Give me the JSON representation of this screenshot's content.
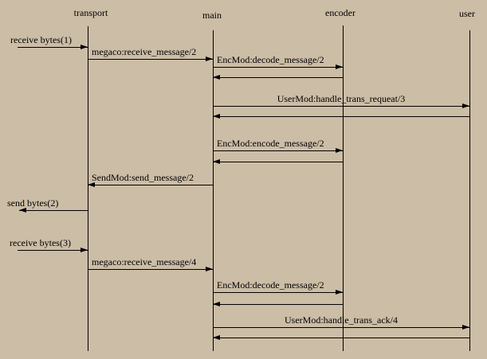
{
  "diagram": {
    "colors": {
      "background": "#ccbda6",
      "line": "#000000"
    },
    "lifelines": [
      {
        "id": "transport",
        "label": "transport"
      },
      {
        "id": "main",
        "label": "main"
      },
      {
        "id": "encoder",
        "label": "encoder"
      },
      {
        "id": "user",
        "label": "user"
      }
    ],
    "messages": [
      {
        "label": "receive bytes(1)",
        "from": "environment",
        "to": "transport",
        "kind": "call"
      },
      {
        "label": "megaco:receive_message/2",
        "from": "transport",
        "to": "main",
        "kind": "call"
      },
      {
        "label": "EncMod:decode_message/2",
        "from": "main",
        "to": "encoder",
        "kind": "call"
      },
      {
        "label": "",
        "from": "encoder",
        "to": "main",
        "kind": "return"
      },
      {
        "label": "UserMod:handle_trans_requeat/3",
        "from": "main",
        "to": "user",
        "kind": "call"
      },
      {
        "label": "",
        "from": "user",
        "to": "main",
        "kind": "return"
      },
      {
        "label": "EncMod:encode_message/2",
        "from": "main",
        "to": "encoder",
        "kind": "call"
      },
      {
        "label": "",
        "from": "encoder",
        "to": "main",
        "kind": "return"
      },
      {
        "label": "SendMod:send_message/2",
        "from": "main",
        "to": "transport",
        "kind": "call"
      },
      {
        "label": "send bytes(2)",
        "from": "transport",
        "to": "environment",
        "kind": "call"
      },
      {
        "label": "receive bytes(3)",
        "from": "environment",
        "to": "transport",
        "kind": "call"
      },
      {
        "label": "megaco:receive_message/4",
        "from": "transport",
        "to": "main",
        "kind": "call"
      },
      {
        "label": "EncMod:decode_message/2",
        "from": "main",
        "to": "encoder",
        "kind": "call"
      },
      {
        "label": "",
        "from": "encoder",
        "to": "main",
        "kind": "return"
      },
      {
        "label": "UserMod:handle_trans_ack/4",
        "from": "main",
        "to": "user",
        "kind": "call"
      },
      {
        "label": "",
        "from": "user",
        "to": "main",
        "kind": "return"
      }
    ]
  }
}
